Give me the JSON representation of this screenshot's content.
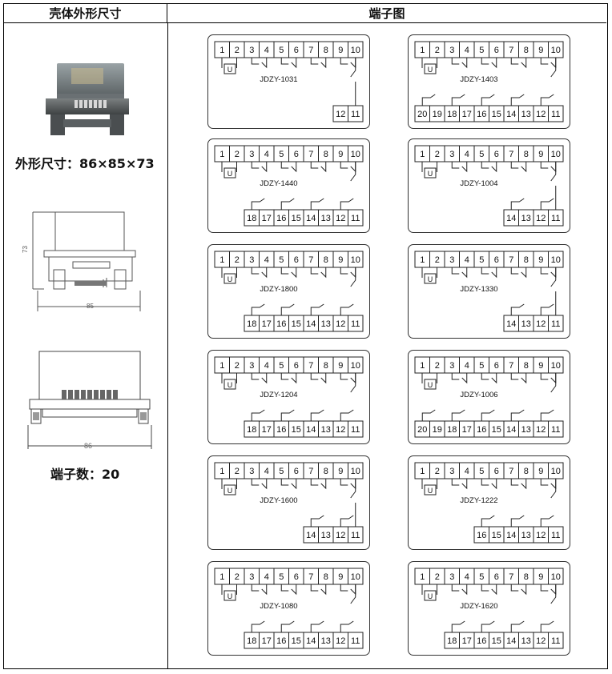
{
  "header": {
    "left_title": "壳体外形尺寸",
    "right_title": "端子图"
  },
  "left_panel": {
    "size_label": "外形尺寸：86×85×73",
    "terminal_count_label": "端子数：20",
    "side_drawing": {
      "height_dim": "73",
      "width_dim": "85"
    },
    "front_drawing": {
      "width_dim": "86"
    }
  },
  "relay_symbol": "U",
  "terminal_diagrams": [
    {
      "model": "JDZY-1031",
      "top": [
        "1",
        "2",
        "3",
        "4",
        "5",
        "6",
        "7",
        "8",
        "9",
        "10"
      ],
      "bottom": [
        "12",
        "11"
      ]
    },
    {
      "model": "JDZY-1403",
      "top": [
        "1",
        "2",
        "3",
        "4",
        "5",
        "6",
        "7",
        "8",
        "9",
        "10"
      ],
      "bottom": [
        "20",
        "19",
        "18",
        "17",
        "16",
        "15",
        "14",
        "13",
        "12",
        "11"
      ]
    },
    {
      "model": "JDZY-1440",
      "top": [
        "1",
        "2",
        "3",
        "4",
        "5",
        "6",
        "7",
        "8",
        "9",
        "10"
      ],
      "bottom": [
        "18",
        "17",
        "16",
        "15",
        "14",
        "13",
        "12",
        "11"
      ]
    },
    {
      "model": "JDZY-1004",
      "top": [
        "1",
        "2",
        "3",
        "4",
        "5",
        "6",
        "7",
        "8",
        "9",
        "10"
      ],
      "bottom": [
        "14",
        "13",
        "12",
        "11"
      ]
    },
    {
      "model": "JDZY-1800",
      "top": [
        "1",
        "2",
        "3",
        "4",
        "5",
        "6",
        "7",
        "8",
        "9",
        "10"
      ],
      "bottom": [
        "18",
        "17",
        "16",
        "15",
        "14",
        "13",
        "12",
        "11"
      ]
    },
    {
      "model": "JDZY-1330",
      "top": [
        "1",
        "2",
        "3",
        "4",
        "5",
        "6",
        "7",
        "8",
        "9",
        "10"
      ],
      "bottom": [
        "14",
        "13",
        "12",
        "11"
      ]
    },
    {
      "model": "JDZY-1204",
      "top": [
        "1",
        "2",
        "3",
        "4",
        "5",
        "6",
        "7",
        "8",
        "9",
        "10"
      ],
      "bottom": [
        "18",
        "17",
        "16",
        "15",
        "14",
        "13",
        "12",
        "11"
      ]
    },
    {
      "model": "JDZY-1006",
      "top": [
        "1",
        "2",
        "3",
        "4",
        "5",
        "6",
        "7",
        "8",
        "9",
        "10"
      ],
      "bottom": [
        "20",
        "19",
        "18",
        "17",
        "16",
        "15",
        "14",
        "13",
        "12",
        "11"
      ]
    },
    {
      "model": "JDZY-1600",
      "top": [
        "1",
        "2",
        "3",
        "4",
        "5",
        "6",
        "7",
        "8",
        "9",
        "10"
      ],
      "bottom": [
        "14",
        "13",
        "12",
        "11"
      ]
    },
    {
      "model": "JDZY-1222",
      "top": [
        "1",
        "2",
        "3",
        "4",
        "5",
        "6",
        "7",
        "8",
        "9",
        "10"
      ],
      "bottom": [
        "16",
        "15",
        "14",
        "13",
        "12",
        "11"
      ]
    },
    {
      "model": "JDZY-1080",
      "top": [
        "1",
        "2",
        "3",
        "4",
        "5",
        "6",
        "7",
        "8",
        "9",
        "10"
      ],
      "bottom": [
        "18",
        "17",
        "16",
        "15",
        "14",
        "13",
        "12",
        "11"
      ]
    },
    {
      "model": "JDZY-1620",
      "top": [
        "1",
        "2",
        "3",
        "4",
        "5",
        "6",
        "7",
        "8",
        "9",
        "10"
      ],
      "bottom": [
        "18",
        "17",
        "16",
        "15",
        "14",
        "13",
        "12",
        "11"
      ]
    }
  ]
}
